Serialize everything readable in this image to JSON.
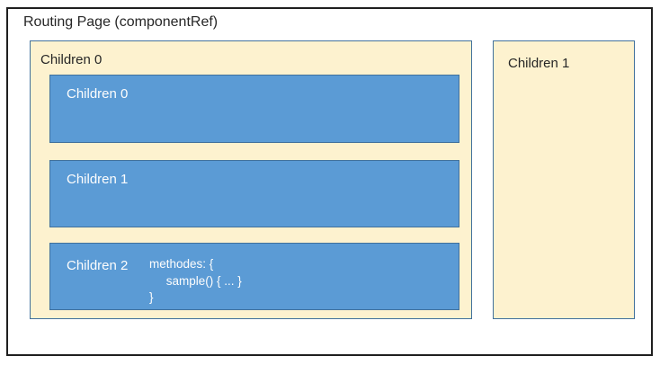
{
  "diagram": {
    "title": "Routing Page (componentRef)",
    "colors": {
      "group_fill": "#fdf2cf",
      "group_border": "#41719c",
      "child_fill": "#5b9bd5",
      "child_border": "#41719c",
      "outer_border": "#1f1f1f",
      "label_text": "#262626",
      "child_label_text": "#fdfdfd"
    },
    "left_group": {
      "label": "Children 0",
      "children": [
        {
          "label": "Children 0"
        },
        {
          "label": "Children 1"
        },
        {
          "label": "Children 2",
          "code_lines": [
            "methodes: {",
            "     sample() { ... }",
            "}"
          ]
        }
      ]
    },
    "right_group": {
      "label": "Children 1"
    }
  }
}
